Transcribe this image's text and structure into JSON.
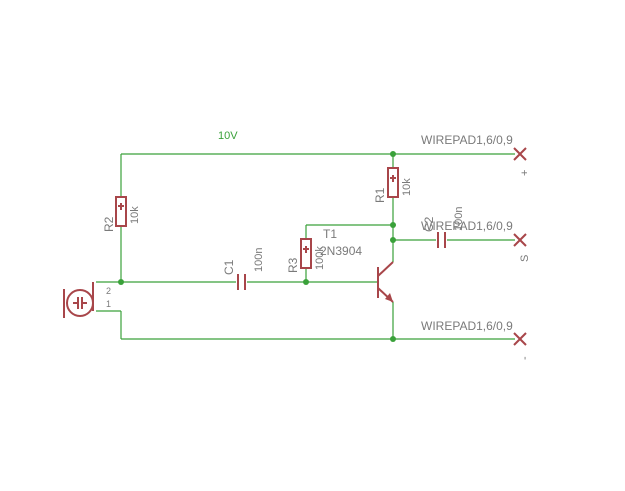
{
  "net_label": "10V",
  "connectors": [
    {
      "name": "WIREPAD1,6/0,9",
      "pin": "+"
    },
    {
      "name": "WIREPAD1,6/0,9",
      "pin": "S"
    },
    {
      "name": "WIREPAD1,6/0,9",
      "pin": "-"
    }
  ],
  "components": {
    "r1": {
      "ref": "R1",
      "value": "10k"
    },
    "r2": {
      "ref": "R2",
      "value": "10k"
    },
    "r3": {
      "ref": "R3",
      "value": "100k"
    },
    "c1": {
      "ref": "C1",
      "value": "100n"
    },
    "c2": {
      "ref": "C2",
      "value": "100n"
    },
    "t1": {
      "ref": "T1",
      "value": "2N3904"
    }
  },
  "mic_pins": [
    "2",
    "1"
  ],
  "colors": {
    "wire": "#3aa13a",
    "part": "#a8464a",
    "text": "#7a7a7a"
  }
}
